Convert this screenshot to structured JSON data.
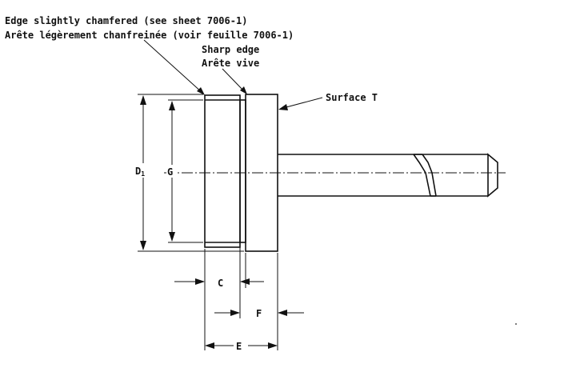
{
  "notes": {
    "chamfer_en": "Edge slightly chamfered (see sheet 7006-1)",
    "chamfer_fr": "Arête légèrement chanfreinée (voir feuille 7006-1)",
    "sharp_en": "Sharp edge",
    "sharp_fr": "Arête vive",
    "surface": "Surface T"
  },
  "dimensions": {
    "d1_main": "D",
    "d1_sub": "1",
    "g": "G",
    "c": "C",
    "f": "F",
    "e": "E"
  }
}
